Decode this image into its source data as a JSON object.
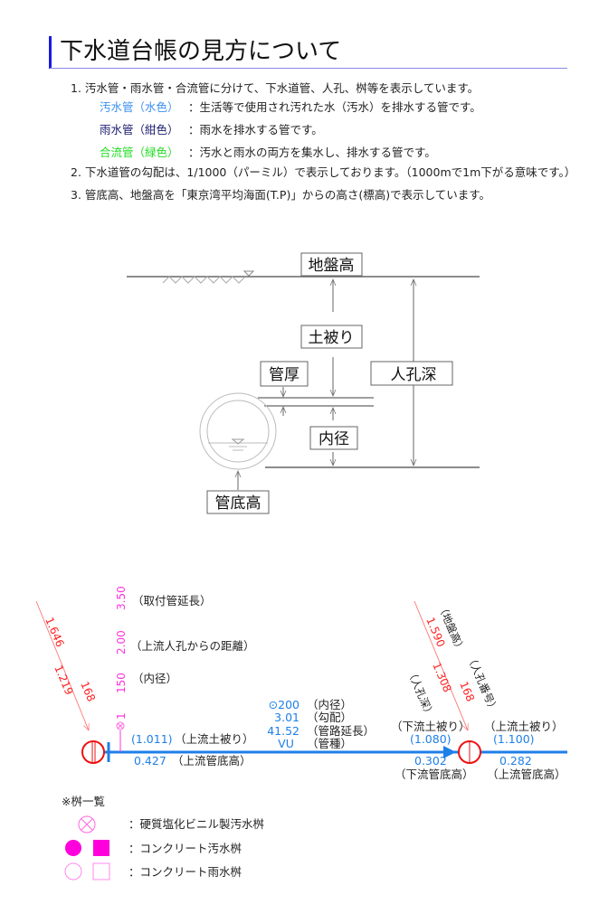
{
  "header": {
    "title": "下水道台帳の見方について"
  },
  "notes": {
    "item1": "1. 汚水管・雨水管・合流管に分けて、下水道管、人孔、桝等を表示しています。",
    "sewage_label": "汚水管（水色）",
    "sewage_desc": "：生活等で使用され汚れた水（汚水）を排水する管です。",
    "rain_label": "雨水管（紺色）",
    "rain_desc": "：雨水を排水する管です。",
    "combined_label": "合流管（緑色）",
    "combined_desc": "：汚水と雨水の両方を集水し、排水する管です。",
    "item2": "2. 下水道管の勾配は、1/1000（パーミル）で表示しております。（1000mで1m下がる意味です。）",
    "item3": "3. 管底高、地盤高を「東京湾平均海面(T.P)」からの高さ(標高)で表示しています。",
    "colors": {
      "sewage": "#3b8ff0",
      "rain": "#1a1a6e",
      "combined": "#22dd22"
    }
  },
  "cross_section": {
    "ground_height": "地盤高",
    "cover": "土被り",
    "pipe_thickness": "管厚",
    "manhole_depth": "人孔深",
    "inner_diameter": "内径",
    "pipe_bottom": "管底高"
  },
  "plan": {
    "left_manhole": {
      "ground": "1.646",
      "depth": "1.219",
      "number": "168"
    },
    "lateral": {
      "length": "3.50",
      "length_label": "（取付管延長）",
      "distance": "2.00",
      "distance_label": "（上流人孔からの距離）",
      "diameter": "150",
      "diameter_label": "（内径）",
      "count": "1"
    },
    "upstream_cover": "(1.011)",
    "upstream_cover_label": "（上流土被り）",
    "upstream_bottom": "0.427",
    "upstream_bottom_label": "（上流管底高）",
    "pipe": {
      "diameter": "⊙200",
      "diameter_label": "（内径）",
      "slope": "3.01",
      "slope_label": "（勾配）",
      "length": "41.52",
      "length_label": "（管路延長）",
      "type": "VU",
      "type_label": "（管種）"
    },
    "right_manhole": {
      "ground": "1.590",
      "ground_label": "（地盤高）",
      "depth": "1.308",
      "depth_label": "（人孔深）",
      "number": "168",
      "number_label": "（人孔番号）"
    },
    "down_cover_label": "（下流土被り）",
    "down_cover": "(1.080)",
    "down_bottom": "0.302",
    "down_bottom_label": "（下流管底高）",
    "up2_cover_label": "（上流土被り）",
    "up2_cover": "(1.100)",
    "up2_bottom": "0.282",
    "up2_bottom_label": "（上流管底高）",
    "colors": {
      "pipe": "#1e7fe8",
      "manhole": "#ee1111",
      "lateral": "#ff33dd"
    }
  },
  "legend": {
    "title": "※桝一覧",
    "pvc": "：硬質塩化ビニル製汚水桝",
    "concrete_sewage": "：コンクリート汚水桝",
    "concrete_rain": "：コンクリート雨水桝"
  }
}
